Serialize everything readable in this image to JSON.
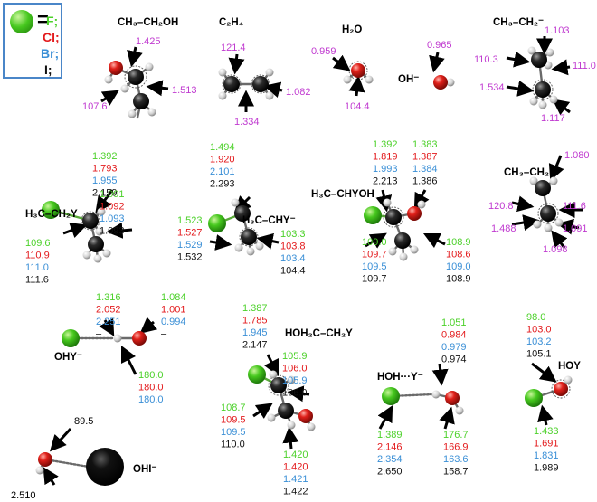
{
  "colors": {
    "F": "#4cd12a",
    "Cl": "#e31a1c",
    "Br": "#3a8fd6",
    "I": "#111111",
    "magenta": "#c03ad0"
  },
  "legend": {
    "eq": "=",
    "items": [
      {
        "text": "F;",
        "color": "#4cd12a"
      },
      {
        "text": "Cl;",
        "color": "#e31a1c"
      },
      {
        "text": "Br;",
        "color": "#3a8fd6"
      },
      {
        "text": "I;",
        "color": "#111111"
      }
    ]
  },
  "titles": [
    {
      "key": "ethanol",
      "text": "CH₃–CH₂OH"
    },
    {
      "key": "ethylene",
      "text": "C₂H₄"
    },
    {
      "key": "water",
      "text": "H₂O"
    },
    {
      "key": "hydroxide",
      "text": "OH⁻"
    },
    {
      "key": "ethylanion",
      "text": "CH₃–CH₂⁻"
    },
    {
      "key": "ethylhalide",
      "text": "H₃C–CH₂Y"
    },
    {
      "key": "halocarbanion",
      "text": "H₃C–CHY⁻"
    },
    {
      "key": "halohydrin",
      "text": "H₃C–CHYOH"
    },
    {
      "key": "ethylradical",
      "text": "CH₃–CH₂"
    },
    {
      "key": "ohy",
      "text": "OHY⁻"
    },
    {
      "key": "hoh2c",
      "text": "HOH₂C–CH₂Y"
    },
    {
      "key": "hohy",
      "text": "HOH···Y⁻"
    },
    {
      "key": "hoy",
      "text": "HOY"
    },
    {
      "key": "ohi",
      "text": "OHI⁻"
    }
  ],
  "labels": {
    "ethanol": {
      "a": "1.425",
      "b": "1.513",
      "c": "107.6"
    },
    "ethylene": {
      "a": "121.4",
      "b": "1.082",
      "c": "1.334"
    },
    "water": {
      "a": "0.959",
      "b": "104.4"
    },
    "hydroxide": {
      "a": "0.965"
    },
    "ethylanion": {
      "a": "1.103",
      "b": "110.3",
      "c": "111.0",
      "d": "1.534",
      "e": "1.117"
    },
    "ethylhalide": {
      "top": [
        "1.392",
        "1.793",
        "1.955",
        "2.159"
      ],
      "right": [
        "1.091",
        "1.092",
        "1.093",
        "1.093"
      ],
      "left": [
        "109.6",
        "110.9",
        "111.0",
        "111.6"
      ]
    },
    "halocarbanion": {
      "top": [
        "1.494",
        "1.920",
        "2.101",
        "2.293"
      ],
      "left": [
        "1.523",
        "1.527",
        "1.529",
        "1.532"
      ],
      "right": [
        "103.3",
        "103.8",
        "103.4",
        "104.4"
      ]
    },
    "halohydrin": {
      "topleft": [
        "1.392",
        "1.819",
        "1.993",
        "2.213"
      ],
      "topright": [
        "1.383",
        "1.387",
        "1.384",
        "1.386"
      ],
      "left": [
        "109.0",
        "109.7",
        "109.5",
        "109.7"
      ],
      "right": [
        "108.9",
        "108.6",
        "109.0",
        "108.9"
      ]
    },
    "ethylradical": {
      "a": "1.080",
      "b": "120.8",
      "c": "111.6",
      "d": "1.488",
      "e": "1.091",
      "f": "1.098"
    },
    "ohy": {
      "left": [
        "1.316",
        "2.052",
        "2.251",
        "–"
      ],
      "right": [
        "1.084",
        "1.001",
        "0.994",
        "–"
      ],
      "bottom": [
        "180.0",
        "180.0",
        "180.0",
        "–"
      ]
    },
    "hoh2c": {
      "top": [
        "1.387",
        "1.785",
        "1.945",
        "2.147"
      ],
      "right": [
        "105.9",
        "106.0",
        "105.9",
        "106.0"
      ],
      "left": [
        "108.7",
        "109.5",
        "109.5",
        "110.0"
      ],
      "bottom": [
        "1.420",
        "1.420",
        "1.421",
        "1.422"
      ]
    },
    "hohy": {
      "top": [
        "1.051",
        "0.984",
        "0.979",
        "0.974"
      ],
      "left": [
        "1.389",
        "2.146",
        "2.354",
        "2.650"
      ],
      "mid": [
        "176.7",
        "166.9",
        "163.6",
        "158.7"
      ]
    },
    "hoy": {
      "top": [
        "98.0",
        "103.0",
        "103.2",
        "105.1"
      ],
      "bottom": [
        "1.433",
        "1.691",
        "1.831",
        "1.989"
      ]
    },
    "ohi": {
      "a": "89.5",
      "b": "2.510"
    }
  }
}
